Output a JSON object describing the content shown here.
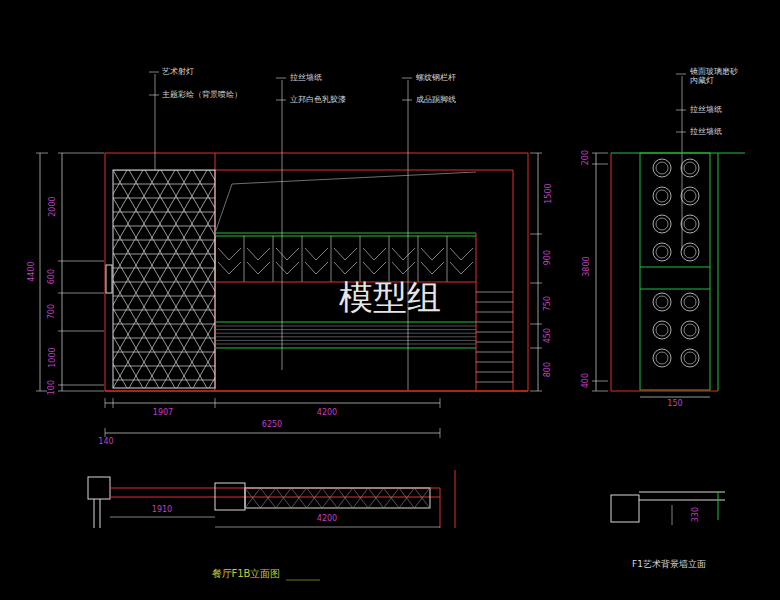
{
  "diagram": {
    "labels": [
      "艺术射灯",
      "主题彩绘（背景喷绘）",
      "拉丝墙纸",
      "立邦白色乳胶漆",
      "螺纹钢栏杆",
      "成品踢脚线",
      "镜面玻璃磨砂 内藏灯",
      "拉丝墙纸",
      "拉丝墙纸",
      "2000",
      "600",
      "700",
      "1000",
      "100",
      "4400",
      "1500",
      "900",
      "750",
      "450",
      "800",
      "1907",
      "4200",
      "6250",
      "140",
      "200",
      "3800",
      "400",
      "150",
      "1910",
      "4200",
      "330",
      "餐厅F1B立面图",
      "F1艺术背景墙立面",
      "模型组"
    ]
  }
}
